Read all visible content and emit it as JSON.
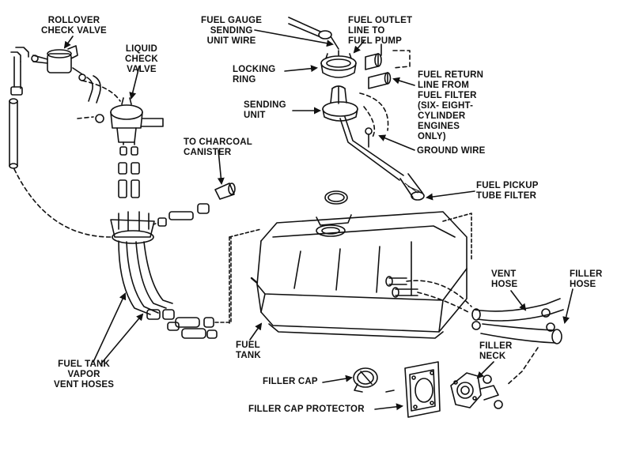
{
  "labels": {
    "rollover_check_valve": "ROLLOVER\nCHECK VALVE",
    "liquid_check_valve": "LIQUID\nCHECK\nVALVE",
    "fuel_gauge_sending_unit_wire": "FUEL GAUGE\nSENDING\nUNIT WIRE",
    "fuel_outlet_line": "FUEL OUTLET\nLINE TO\nFUEL PUMP",
    "locking_ring": "LOCKING\nRING",
    "fuel_return_line": "FUEL RETURN\nLINE FROM\nFUEL FILTER\n(SIX- EIGHT-\nCYLINDER\nENGINES\nONLY)",
    "sending_unit": "SENDING\nUNIT",
    "to_charcoal_canister": "TO CHARCOAL\nCANISTER",
    "ground_wire": "GROUND WIRE",
    "fuel_pickup_tube_filter": "FUEL PICKUP\nTUBE FILTER",
    "vent_hose": "VENT\nHOSE",
    "filler_hose": "FILLER\nHOSE",
    "fuel_tank": "FUEL\nTANK",
    "filler_neck": "FILLER\nNECK",
    "fuel_tank_vapor_vent_hoses": "FUEL TANK\nVAPOR\nVENT HOSES",
    "filler_cap": "FILLER CAP",
    "filler_cap_protector": "FILLER CAP PROTECTOR"
  },
  "colors": {
    "ink": "#111111",
    "paper": "#ffffff"
  }
}
